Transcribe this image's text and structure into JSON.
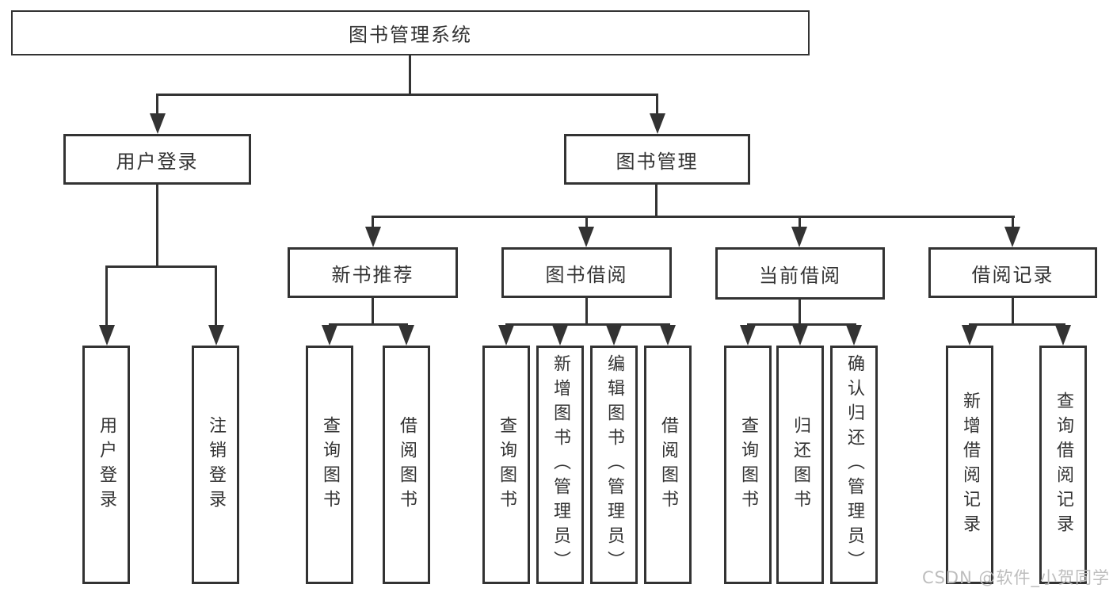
{
  "diagram_title": "图书管理系统",
  "nodes": {
    "root": "图书管理系统",
    "level2": [
      "用户登录",
      "图书管理"
    ],
    "level3": [
      "新书推荐",
      "图书借阅",
      "当前借阅",
      "借阅记录"
    ],
    "leaves": [
      "用户登录",
      "注销登录",
      "查询图书",
      "借阅图书",
      "查询图书",
      "新增图书（管理员）",
      "编辑图书（管理员）",
      "借阅图书",
      "查询图书",
      "归还图书",
      "确认归还（管理员）",
      "新增借阅记录",
      "查询借阅记录"
    ]
  },
  "watermark": "CSDN @软件_小贺同学",
  "colors": {
    "line": "#333333",
    "text": "#333333",
    "background": "#ffffff",
    "watermark": "#bdbdbd"
  }
}
